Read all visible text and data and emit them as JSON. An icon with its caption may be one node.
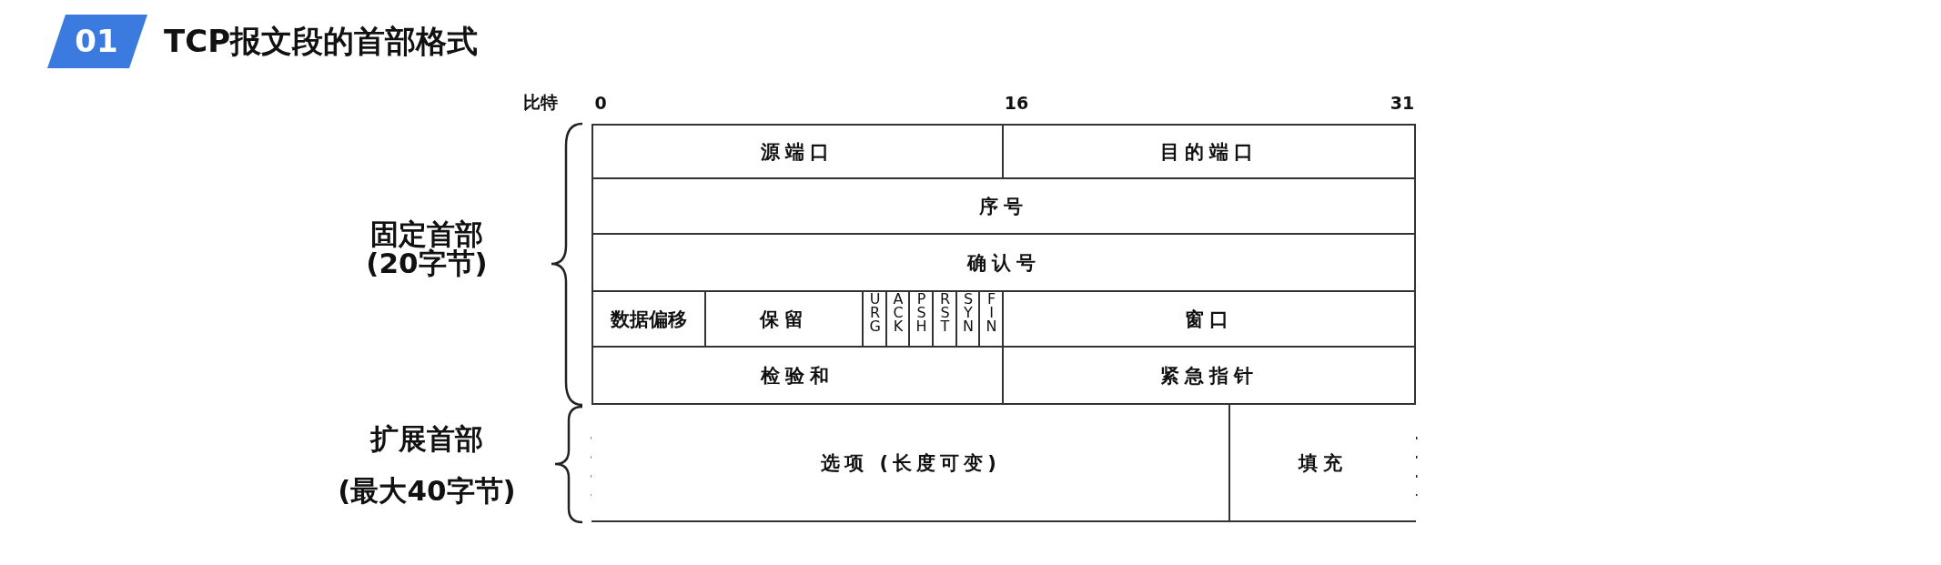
{
  "diagram": {
    "title": "TCP报文段的首部格式",
    "nodes": [
      {
        "text": [
          "源端口"
        ]
      },
      {
        "text": [
          "目的端口"
        ]
      },
      {
        "text": [
          "序号"
        ]
      },
      {
        "text": [
          "确认号"
        ]
      },
      {
        "text": [
          "数据偏移"
        ]
      },
      {
        "text": [
          "保留"
        ]
      },
      {
        "text": [
          "URG"
        ]
      },
      {
        "text": [
          "ACK"
        ]
      },
      {
        "text": [
          "PSH"
        ]
      },
      {
        "text": [
          "RST"
        ]
      },
      {
        "text": [
          "SYN"
        ]
      },
      {
        "text": [
          "FIN"
        ]
      },
      {
        "text": [
          "窗口"
        ]
      },
      {
        "text": [
          "检验和"
        ]
      },
      {
        "text": [
          "紧急指针"
        ]
      },
      {
        "text": [
          "选项 (长度可变)"
        ]
      },
      {
        "text": [
          "填充"
        ]
      }
    ],
    "labels": [
      "01",
      "比特",
      "0",
      "16",
      "31",
      "固定首部",
      "(20字节)",
      "扩展首部",
      "(最大40字节)"
    ]
  }
}
